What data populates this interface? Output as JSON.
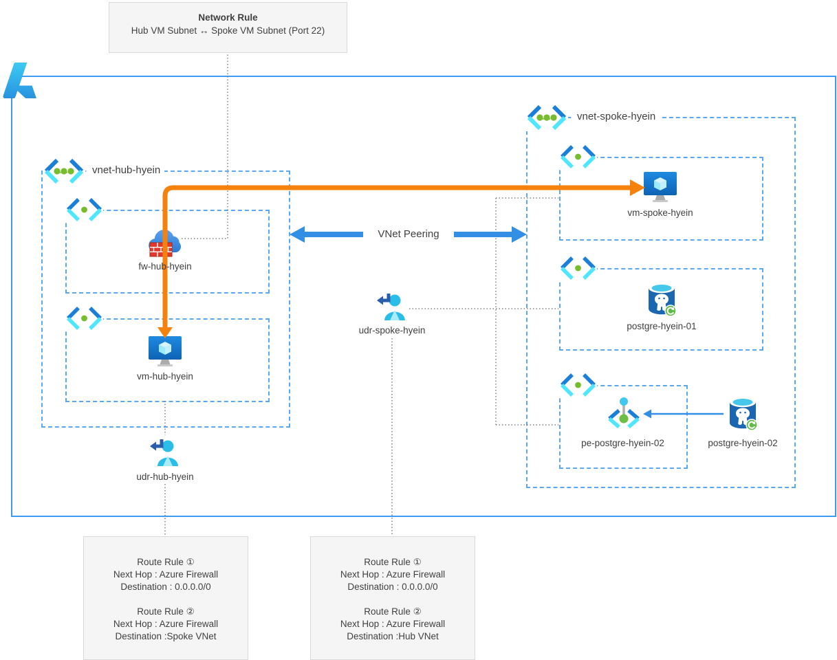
{
  "network_rule": {
    "title": "Network Rule",
    "subtitle": "Hub VM Subnet ↔ Spoke VM Subnet (Port 22)"
  },
  "peering_label": "VNet Peering",
  "hub": {
    "vnet_label": "vnet-hub-hyein",
    "firewall_label": "fw-hub-hyein",
    "vm_label": "vm-hub-hyein",
    "udr_label": "udr-hub-hyein"
  },
  "spoke": {
    "vnet_label": "vnet-spoke-hyein",
    "vm_label": "vm-spoke-hyein",
    "postgres1_label": "postgre-hyein-01",
    "pe_label": "pe-postgre-hyein-02",
    "postgres2_label": "postgre-hyein-02",
    "udr_label": "udr-spoke-hyein"
  },
  "route_rules_hub": {
    "lines": [
      "Route Rule ①",
      "Next Hop : Azure Firewall",
      "Destination : 0.0.0.0/0",
      "Route Rule ②",
      "Next Hop : Azure Firewall",
      "Destination :Spoke VNet"
    ]
  },
  "route_rules_spoke": {
    "lines": [
      "Route Rule ①",
      "Next Hop : Azure Firewall",
      "Destination : 0.0.0.0/0",
      "Route Rule ②",
      "Next Hop : Azure Firewall",
      "Destination :Hub VNet"
    ]
  },
  "colors": {
    "orange_flow": "#F5820D",
    "peering_blue": "#338FE3",
    "dashed_border": "#5AA7F2",
    "outer_border": "#3E9BF0",
    "dotted_gray": "#808080"
  }
}
